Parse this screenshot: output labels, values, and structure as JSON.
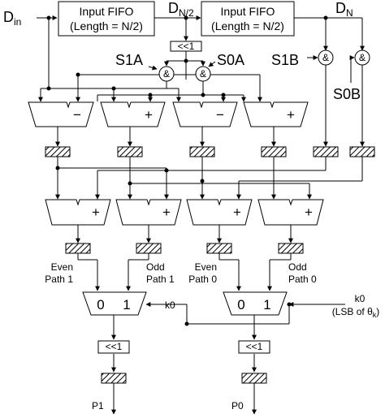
{
  "inputs": {
    "din": "D",
    "din_sub": "in",
    "dn2": "D",
    "dn2_sub": "N/2",
    "dn": "D",
    "dn_sub": "N"
  },
  "fifo1": {
    "line1": "Input FIFO",
    "line2": "(Length = N/2)"
  },
  "fifo2": {
    "line1": "Input FIFO",
    "line2": "(Length = N/2)"
  },
  "shift_top": "<<1",
  "selects": {
    "s1a": "S1A",
    "s0a": "S0A",
    "s1b": "S1B",
    "s0b": "S0B"
  },
  "and_symbol": "&",
  "ops": {
    "minus": "−",
    "plus": "+"
  },
  "paths": {
    "even1_a": "Even",
    "even1_b": "Path 1",
    "odd1_a": "Odd",
    "odd1_b": "Path 1",
    "even0_a": "Even",
    "even0_b": "Path 0",
    "odd0_a": "Odd",
    "odd0_b": "Path 0"
  },
  "mux": {
    "zero": "0",
    "one": "1",
    "k0_label": "k0"
  },
  "k0_input": {
    "line1": "k0",
    "line2_prefix": "(LSB of θ",
    "line2_sub": "k",
    "line2_suffix": ")"
  },
  "shift_out": "<<1",
  "outputs": {
    "p1": "P1",
    "p0": "P0"
  }
}
